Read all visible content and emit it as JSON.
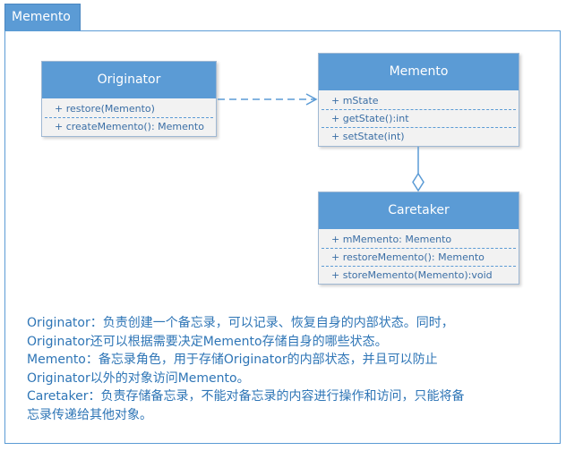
{
  "frame": {
    "title": "Memento"
  },
  "classes": {
    "originator": {
      "name": "Originator",
      "members": [
        "+ restore(Memento)",
        "+ createMemento(): Memento"
      ]
    },
    "memento": {
      "name": "Memento",
      "members": [
        "+ mState",
        "+ getState():int",
        "+ setState(int)"
      ]
    },
    "caretaker": {
      "name": "Caretaker",
      "members": [
        "+ mMemento: Memento",
        "+ restoreMemento(): Memento",
        "+ storeMemento(Memento):void"
      ]
    }
  },
  "relations": [
    {
      "from": "Originator",
      "to": "Memento",
      "kind": "dependency"
    },
    {
      "from": "Caretaker",
      "to": "Memento",
      "kind": "aggregation"
    }
  ],
  "description": {
    "lines": [
      "Originator：负责创建一个备忘录，可以记录、恢复自身的内部状态。同时，",
      "Originator还可以根据需要决定Memento存储自身的哪些状态。",
      "Memento：备忘录角色，用于存储Originator的内部状态，并且可以防止",
      "Originator以外的对象访问Memento。",
      "Caretaker：负责存储备忘录，不能对备忘录的内容进行操作和访问，只能将备",
      "忘录传递给其他对象。"
    ]
  },
  "colors": {
    "accent": "#5b9bd5",
    "box_fill": "#f2f2f2",
    "text_blue": "#2e75b6"
  }
}
